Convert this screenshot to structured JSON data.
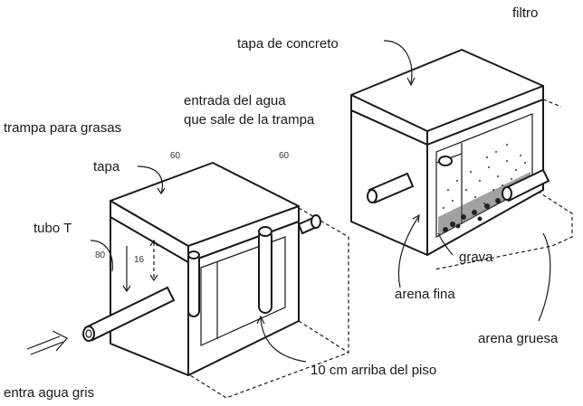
{
  "labels": {
    "filtro": "filtro",
    "tapa_concreto": "tapa de concreto",
    "entrada_line1": "entrada del agua",
    "entrada_line2": "que sale de la trampa",
    "trampa": "trampa para grasas",
    "tapa": "tapa",
    "tubo_t": "tubo T",
    "grava": "grava",
    "arena_fina": "arena fina",
    "arena_gruesa": "arena gruesa",
    "piso": "10 cm arriba del piso",
    "entra_agua": "entra agua gris"
  },
  "dimensions": {
    "width_a": "60",
    "width_b": "60",
    "height": "80",
    "pipe_height": "16"
  }
}
